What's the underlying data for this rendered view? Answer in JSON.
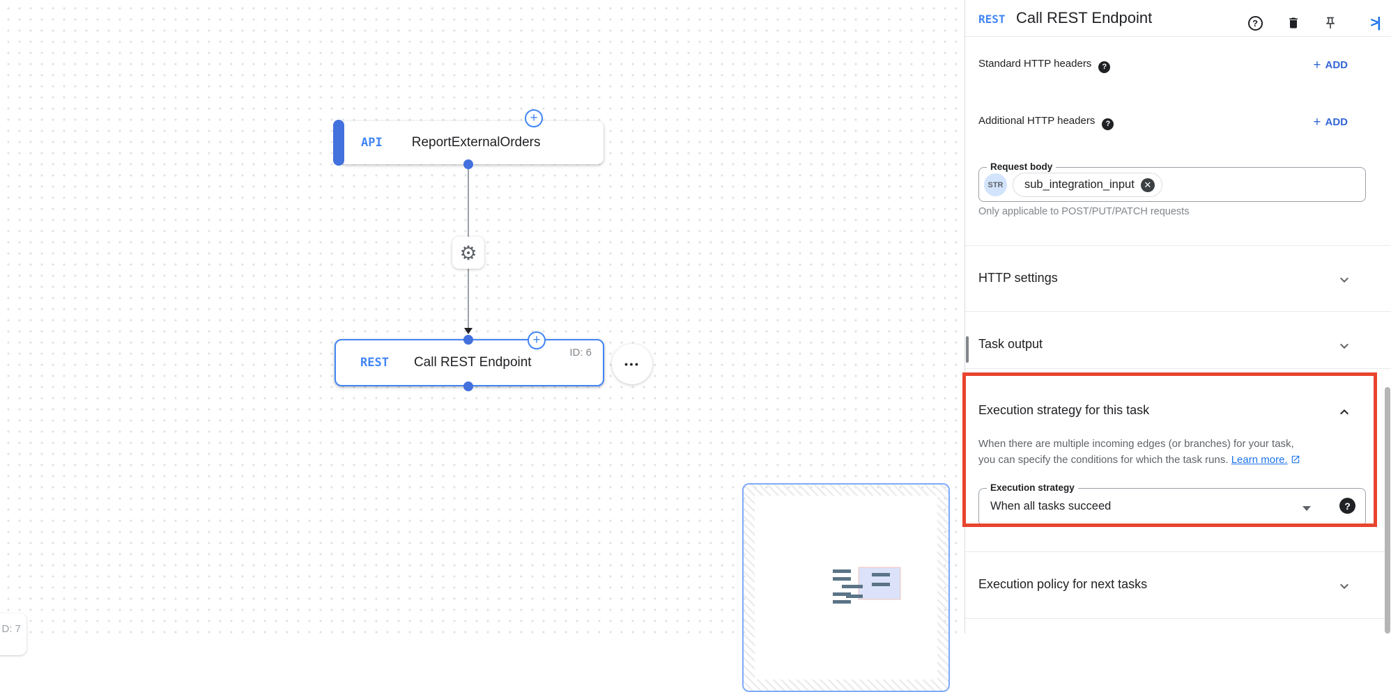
{
  "colors": {
    "accent_blue": "#4285f4",
    "action_blue": "#3366d6",
    "link_blue": "#1a73e8",
    "highlight_red": "#e8442e",
    "text_primary": "#202124",
    "text_secondary": "#5f6368"
  },
  "canvas": {
    "trigger_node": {
      "icon_label": "API",
      "title": "ReportExternalOrders"
    },
    "task_node": {
      "icon_label": "REST",
      "title": "Call REST Endpoint",
      "id_badge": "ID: 6"
    },
    "corner_node_label": "D: 7",
    "plus_glyph": "+",
    "gear_glyph": "⚙",
    "more_glyph": "●●●"
  },
  "panel": {
    "header": {
      "badge": "REST",
      "title": "Call REST Endpoint",
      "collapse_glyph": ">|",
      "help_glyph": "?"
    },
    "header_rows": [
      {
        "label": "Standard HTTP headers",
        "help_glyph": "?",
        "add_plus": "+",
        "add_label": "ADD"
      },
      {
        "label": "Additional HTTP headers",
        "help_glyph": "?",
        "add_plus": "+",
        "add_label": "ADD"
      }
    ],
    "request_body": {
      "label": "Request body",
      "type_chip": "STR",
      "value_chip": "sub_integration_input",
      "remove_glyph": "✕",
      "helper": "Only applicable to POST/PUT/PATCH requests"
    },
    "http_settings_label": "HTTP settings",
    "task_output_label": "Task output",
    "execution_strategy": {
      "title": "Execution strategy for this task",
      "description_line1": "When there are multiple incoming edges (or branches) for your task,",
      "description_line2": "you can specify the conditions for which the task runs.",
      "link_label": "Learn more.",
      "field_label": "Execution strategy",
      "field_value": "When all tasks succeed",
      "help_glyph": "?"
    },
    "execution_policy_label": "Execution policy for next tasks"
  }
}
